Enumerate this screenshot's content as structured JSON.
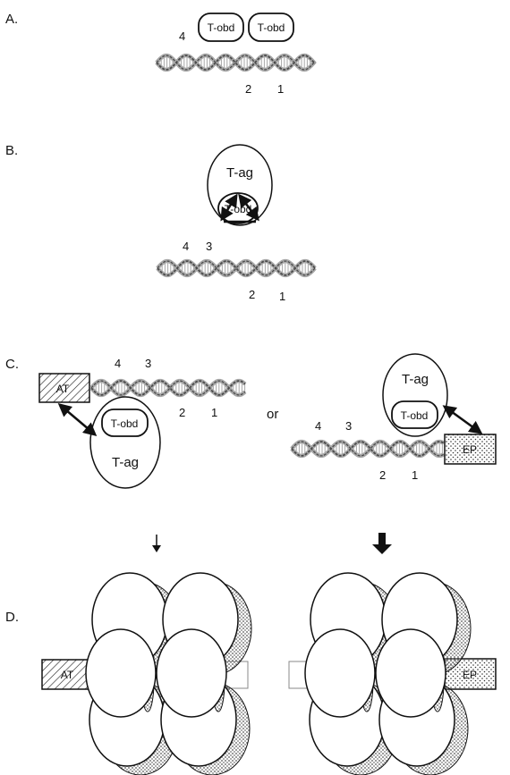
{
  "panels": {
    "a": {
      "label": "A.",
      "sites": [
        "4",
        "2",
        "1"
      ],
      "tobd": [
        "T-obd",
        "T-obd"
      ]
    },
    "b": {
      "label": "B.",
      "tag": "T-ag",
      "tobd": "T-obd",
      "sites": [
        "4",
        "3",
        "2",
        "1"
      ]
    },
    "c": {
      "label": "C.",
      "or": "or",
      "left": {
        "box": "AT",
        "tobd": "T-obd",
        "tag": "T-ag",
        "sites": [
          "4",
          "3",
          "2",
          "1"
        ]
      },
      "right": {
        "box": "EP",
        "tobd": "T-obd",
        "tag": "T-ag",
        "sites": [
          "4",
          "3",
          "2",
          "1"
        ]
      }
    },
    "d": {
      "label": "D.",
      "left_box": "AT",
      "right_box": "EP"
    }
  },
  "colors": {
    "ink": "#111111",
    "dna_light": "#a8a8a8",
    "dna_dark": "#4a4a4a"
  }
}
